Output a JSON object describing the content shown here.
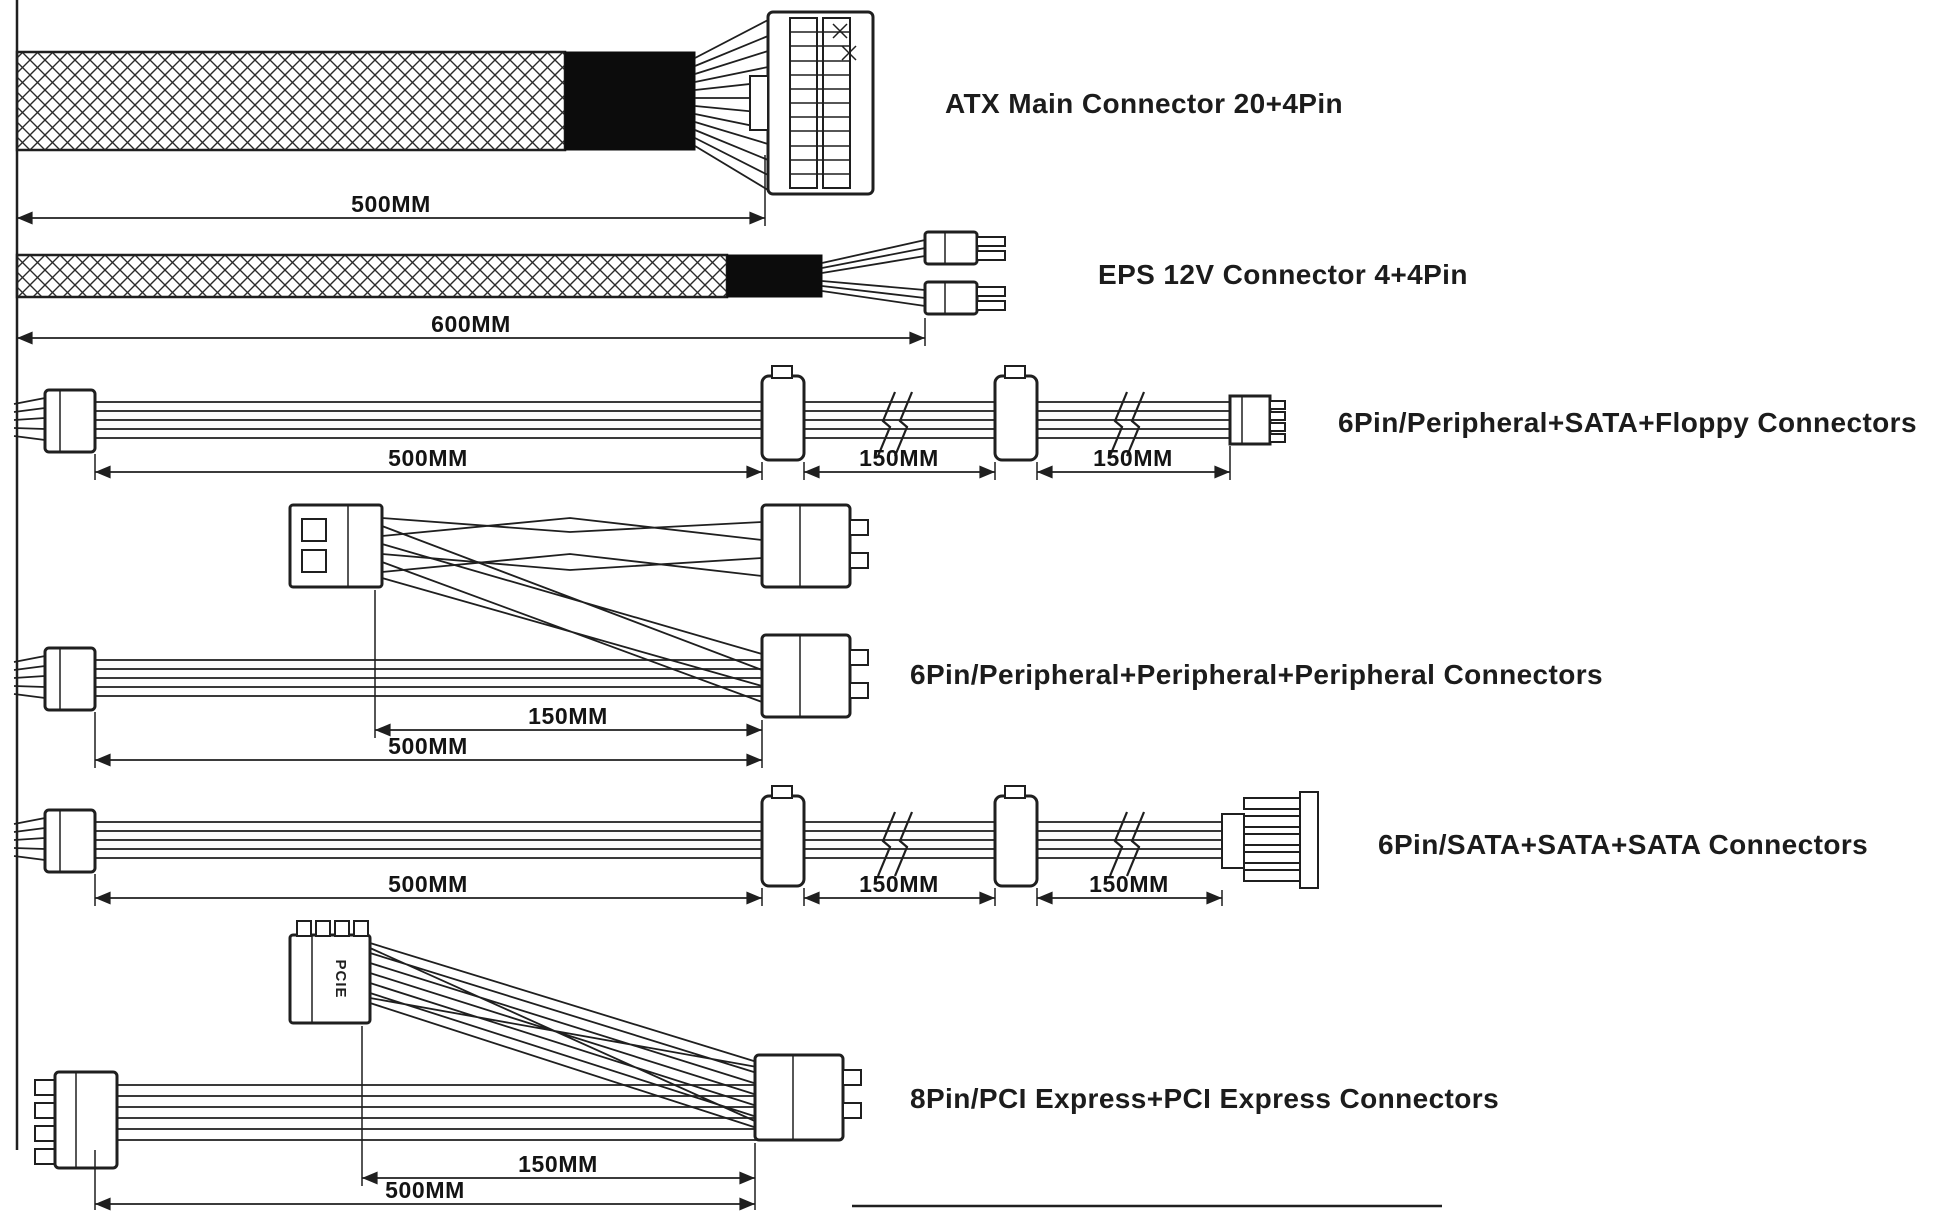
{
  "canvas": {
    "background": "#ffffff",
    "line_color": "#1f1f1f",
    "sleeve_color": "#0c0c0c"
  },
  "cables": [
    {
      "label": "ATX Main Connector 20+4Pin",
      "dims": [
        "500MM"
      ]
    },
    {
      "label": "EPS 12V Connector 4+4Pin",
      "dims": [
        "600MM"
      ]
    },
    {
      "label": "6Pin/Peripheral+SATA+Floppy Connectors",
      "dims": [
        "500MM",
        "150MM",
        "150MM"
      ]
    },
    {
      "label": "6Pin/Peripheral+Peripheral+Peripheral Connectors",
      "dims": [
        "150MM",
        "500MM"
      ]
    },
    {
      "label": "6Pin/SATA+SATA+SATA Connectors",
      "dims": [
        "500MM",
        "150MM",
        "150MM"
      ]
    },
    {
      "label": "8Pin/PCI Express+PCI Express Connectors",
      "dims": [
        "150MM",
        "500MM"
      ]
    }
  ],
  "connector_markings": {
    "pcie_label": "PCIE"
  }
}
